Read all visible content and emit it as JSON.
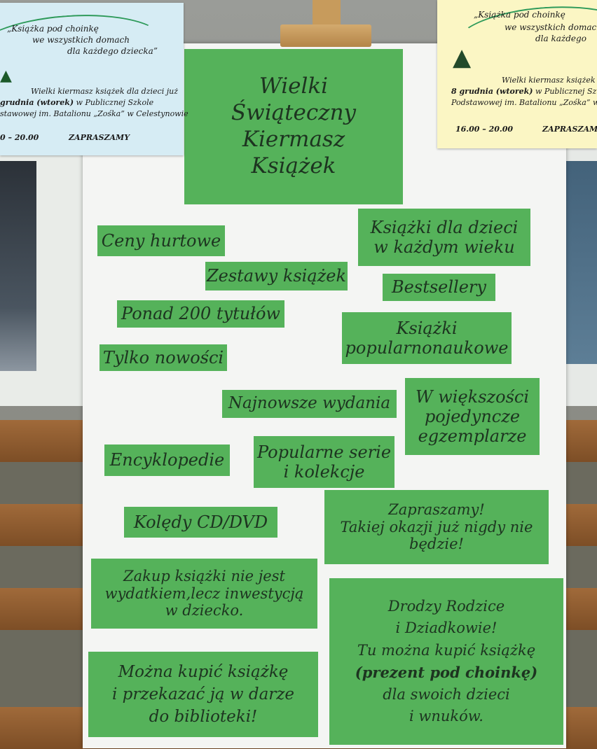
{
  "poster": {
    "title": [
      "Wielki",
      "Świąteczny",
      "Kiermasz",
      "Książek"
    ],
    "boxes": {
      "ceny": "Ceny hurtowe",
      "dla_dzieci": [
        "Książki dla dzieci",
        "w każdym wieku"
      ],
      "zestawy": "Zestawy książek",
      "bestsellery": "Bestsellery",
      "ponad200": "Ponad 200 tytułów",
      "popnauk": [
        "Książki",
        "popularnonaukowe"
      ],
      "nowosci": "Tylko nowości",
      "najnowsze": "Najnowsze wydania",
      "wiekszosci": [
        "W większości",
        "pojedyncze",
        "egzemplarze"
      ],
      "encyklopedie": "Encyklopedie",
      "serie": [
        "Popularne serie",
        "i kolekcje"
      ],
      "koledy": "Kolędy CD/DVD",
      "zapraszamy": [
        "Zapraszamy!",
        "Takiej okazji już nigdy nie",
        "będzie!"
      ],
      "zakup": [
        "Zakup książki nie jest",
        "wydatkiem,lecz inwestycją",
        "w dziecko."
      ],
      "rodzice": [
        "Drodzy Rodzice",
        "i Dziadkowie!",
        "Tu można  kupić książkę",
        "(prezent pod choinkę)",
        "dla swoich dzieci",
        "i wnuków."
      ],
      "mozna": [
        "Można kupić książkę",
        "i przekazać ją w darze",
        "do biblioteki!"
      ]
    }
  },
  "notice_left": {
    "quote1": "„Książka pod choinkę",
    "quote2": "we wszystkich domach",
    "quote3": "dla każdego dziecka”",
    "line1": "Wielki kiermasz książek dla dzieci  już",
    "line2_bold": "grudnia (wtorek)",
    "line2_rest": " w Publicznej Szkole",
    "line3": "stawowej im. Batalionu „Zośka” w Celestynowie",
    "hours": "0 – 20.00",
    "invite": "ZAPRASZAMY"
  },
  "notice_right": {
    "quote1": "„Książka pod choinkę",
    "quote2": "we wszystkich domach",
    "quote3": "dla każdego",
    "line1": "Wielki kiermasz książek d",
    "line2_bold": "8 grudnia (wtorek)",
    "line2_rest": " w Publicznej Sz",
    "line3": "Podstawowej im. Batalionu „Zośka” w",
    "hours": "16.00 – 20.00",
    "invite": "ZAPRASZAM"
  },
  "colors": {
    "green_box": "#55b25a",
    "text": "#1d3420",
    "poster": "#f4f5f3",
    "notice_left": "#d6ecf4",
    "notice_right": "#fbf6c4"
  }
}
